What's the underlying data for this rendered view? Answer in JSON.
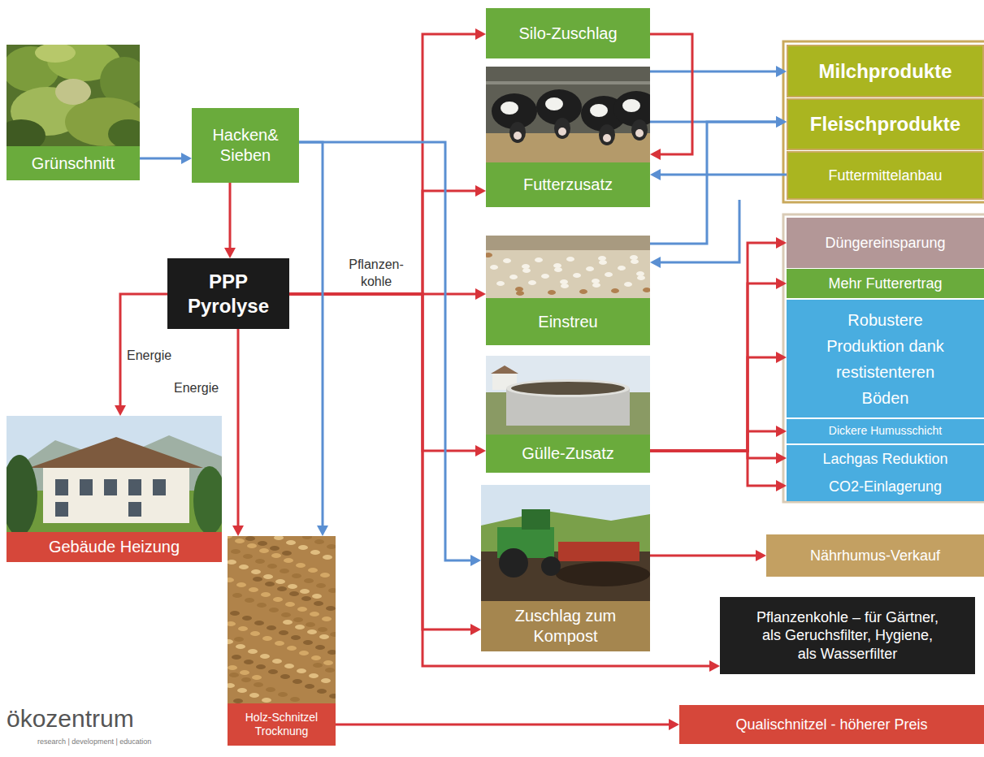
{
  "diagram": {
    "nodes": [
      {
        "text": [
          "Grünschnitt"
        ]
      },
      {
        "text": [
          "Hacken& Sieben"
        ]
      },
      {
        "text": [
          "PPP Pyrolyse"
        ]
      },
      {
        "text": [
          "Gebäude Heizung"
        ]
      },
      {
        "text": [
          "Holz-Schnitzel Trocknung"
        ]
      },
      {
        "text": [
          "Silo-Zuschlag"
        ]
      },
      {
        "text": [
          "Futterzusatz"
        ]
      },
      {
        "text": [
          "Einstreu"
        ]
      },
      {
        "text": [
          "Gülle-Zusatz"
        ]
      },
      {
        "text": [
          "Zuschlag zum Kompost"
        ]
      },
      {
        "text": [
          "Milchprodukte"
        ]
      },
      {
        "text": [
          "Fleischprodukte"
        ]
      },
      {
        "text": [
          "Futtermittelanbau"
        ]
      },
      {
        "text": [
          "Düngereinsparung"
        ]
      },
      {
        "text": [
          "Mehr Futterertrag"
        ]
      },
      {
        "text": [
          "Robustere Produktion dank restistenteren Böden"
        ]
      },
      {
        "text": [
          "Dickere Humusschicht"
        ]
      },
      {
        "text": [
          "Lachgas Reduktion"
        ]
      },
      {
        "text": [
          "CO2-Einlagerung"
        ]
      },
      {
        "text": [
          "Nährhumus-Verkauf"
        ]
      },
      {
        "text": [
          "Pflanzenkohle – für Gärtner, als Geruchsfilter, Hygiene, als Wasserfilter"
        ]
      },
      {
        "text": [
          "Qualischnitzel - höherer Preis"
        ]
      }
    ],
    "edges": [
      {
        "from": 0,
        "to": 1,
        "arrow": "to"
      },
      {
        "from": 1,
        "to": 2,
        "arrow": "to"
      },
      {
        "from": 1,
        "to": 9,
        "arrow": "to"
      },
      {
        "from": 1,
        "to": 4,
        "arrow": "to"
      },
      {
        "from": 2,
        "to": 3,
        "label": "Energie",
        "arrow": "to"
      },
      {
        "from": 2,
        "to": 4,
        "label": "Energie",
        "arrow": "to"
      },
      {
        "from": 2,
        "to": 5,
        "arrow": "to"
      },
      {
        "from": 2,
        "to": 6,
        "arrow": "to"
      },
      {
        "from": 2,
        "to": 7,
        "label": "Pflanzen- kohle",
        "arrow": "to"
      },
      {
        "from": 2,
        "to": 8,
        "arrow": "to"
      },
      {
        "from": 2,
        "to": 9,
        "arrow": "to"
      },
      {
        "from": 2,
        "to": 20,
        "arrow": "to"
      },
      {
        "from": 5,
        "to": 6,
        "arrow": "to"
      },
      {
        "from": 6,
        "to": 10,
        "arrow": "to"
      },
      {
        "from": 6,
        "to": 11,
        "arrow": "to"
      },
      {
        "from": 12,
        "to": 6,
        "arrow": "to"
      },
      {
        "from": 12,
        "to": 7,
        "arrow": "to"
      },
      {
        "from": 7,
        "to": 11,
        "arrow": "to"
      },
      {
        "from": 8,
        "to": 13,
        "arrow": "to"
      },
      {
        "from": 8,
        "to": 14,
        "arrow": "to"
      },
      {
        "from": 8,
        "to": 15,
        "arrow": "to"
      },
      {
        "from": 8,
        "to": 16,
        "arrow": "to"
      },
      {
        "from": 8,
        "to": 17,
        "arrow": "to"
      },
      {
        "from": 8,
        "to": 18,
        "arrow": "to"
      },
      {
        "from": 9,
        "to": 19,
        "arrow": "to"
      },
      {
        "from": 4,
        "to": 21,
        "arrow": "to"
      }
    ],
    "labels": [
      "ökozentrum",
      "research | development | education"
    ]
  }
}
